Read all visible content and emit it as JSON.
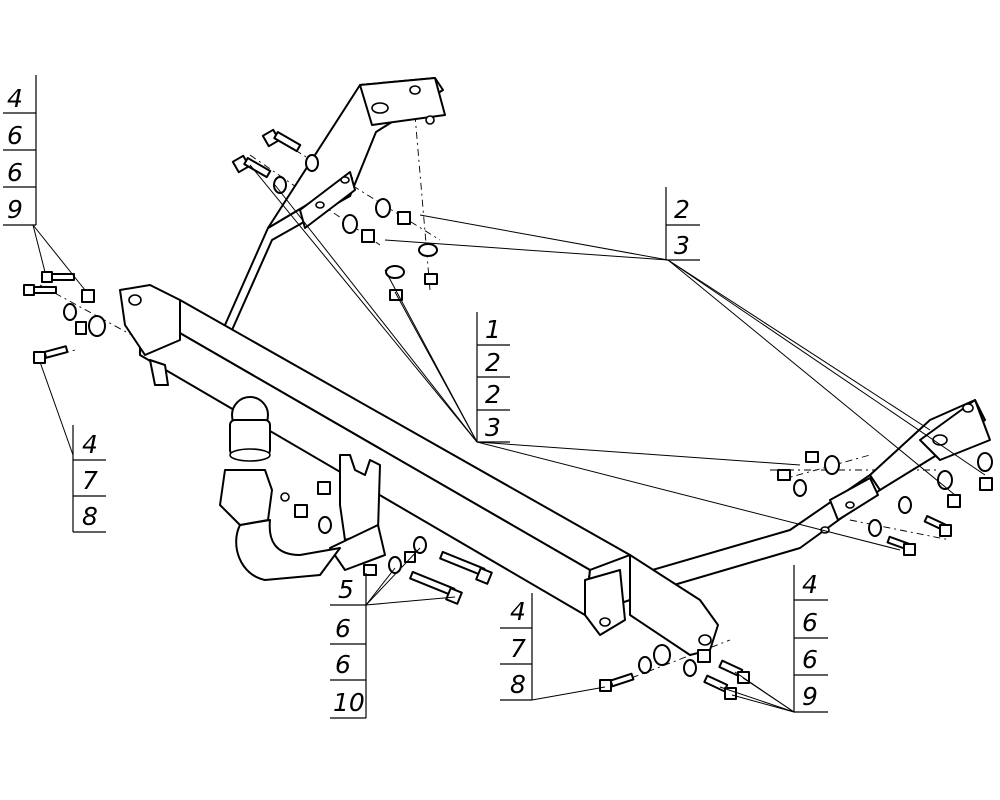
{
  "diagram": {
    "callouts": [
      {
        "id": "top-left",
        "items": [
          "4",
          "6",
          "6",
          "9"
        ]
      },
      {
        "id": "top-right",
        "items": [
          "2",
          "3"
        ]
      },
      {
        "id": "center",
        "items": [
          "1",
          "2",
          "2",
          "3"
        ]
      },
      {
        "id": "left",
        "items": [
          "4",
          "7",
          "8"
        ]
      },
      {
        "id": "bottom-center",
        "items": [
          "5",
          "6",
          "6",
          "10"
        ]
      },
      {
        "id": "bottom-middle",
        "items": [
          "4",
          "7",
          "8"
        ]
      },
      {
        "id": "bottom-right",
        "items": [
          "4",
          "6",
          "6",
          "9"
        ]
      }
    ]
  }
}
